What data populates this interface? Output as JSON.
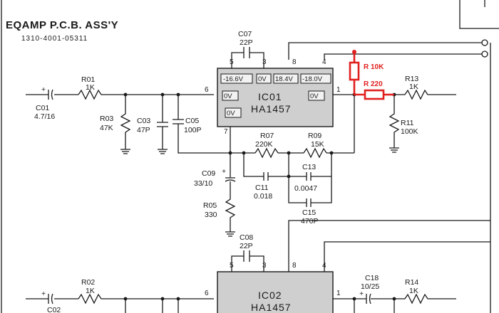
{
  "title": "EQAMP P.C.B. ASS'Y",
  "part_number": "1310-4001-05311",
  "ic01": {
    "name": "IC01",
    "type": "HA1457",
    "v_pin5": "-16.6V",
    "v_pin3": "0V",
    "v_pin8": "18.4V",
    "v_pin4": "-18.0V",
    "v_pin6": "0V",
    "v_pin1": "0V",
    "v_pin7": "0V"
  },
  "ic02": {
    "name": "IC02",
    "type": "HA1457"
  },
  "pins": {
    "p5": "5",
    "p3": "3",
    "p8": "8",
    "p4": "4",
    "p6": "6",
    "p1": "1",
    "p7": "7"
  },
  "parts": {
    "c07": {
      "ref": "C07",
      "val": "22P"
    },
    "c08": {
      "ref": "C08",
      "val": "22P"
    },
    "r01": {
      "ref": "R01",
      "val": "1K"
    },
    "r02": {
      "ref": "R02",
      "val": "1K"
    },
    "c01": {
      "ref": "C01",
      "val": "4.7/16"
    },
    "c02": {
      "ref": "C02"
    },
    "r03": {
      "ref": "R03",
      "val": "47K"
    },
    "c03": {
      "ref": "C03",
      "val": "47P"
    },
    "c05": {
      "ref": "C05",
      "val": "100P"
    },
    "r07": {
      "ref": "R07",
      "val": "220K"
    },
    "r09": {
      "ref": "R09",
      "val": "15K"
    },
    "c09": {
      "ref": "C09",
      "val": "33/10"
    },
    "c11": {
      "ref": "C11",
      "val": "0.018"
    },
    "c13": {
      "ref": "C13",
      "val": "0.0047"
    },
    "c15": {
      "ref": "C15",
      "val": "470P"
    },
    "r05": {
      "ref": "R05",
      "val": "330"
    },
    "r13": {
      "ref": "R13",
      "val": "1K"
    },
    "r14": {
      "ref": "R14",
      "val": "1K"
    },
    "r11": {
      "ref": "R11",
      "val": "100K"
    },
    "c18": {
      "ref": "C18",
      "val": "10/25"
    }
  },
  "annotations": {
    "r10k": "R 10K",
    "r220": "R 220"
  },
  "colors": {
    "ink": "#1a1a1a",
    "ic_fill": "#cfcfcf",
    "annotation": "#e0201e"
  }
}
